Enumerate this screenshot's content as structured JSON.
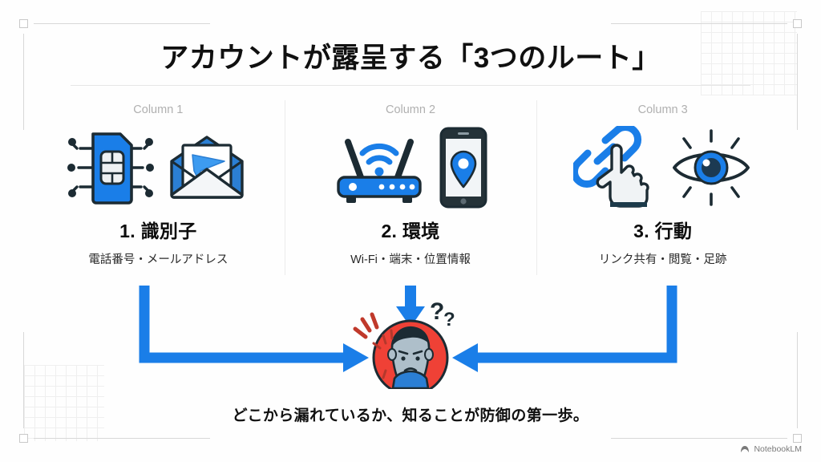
{
  "slide": {
    "title": "アカウントが露呈する「3つのルート」",
    "caption": "どこから漏れているか、知ることが防御の第一歩。",
    "accent_blue": "#1a7ee8",
    "alert_red": "#ef4136",
    "divider_gray": "#ececec",
    "head_gray": "#b0b0b0"
  },
  "columns": [
    {
      "header": "Column 1",
      "title": "1. 識別子",
      "subtitle": "電話番号・メールアドレス",
      "icons": [
        "sim-card-icon",
        "envelope-mail-icon"
      ]
    },
    {
      "header": "Column 2",
      "title": "2. 環境",
      "subtitle": "Wi-Fi・端末・位置情報",
      "icons": [
        "wifi-router-icon",
        "smartphone-location-icon"
      ]
    },
    {
      "header": "Column 3",
      "title": "3. 行動",
      "subtitle": "リンク共有・閲覧・足跡",
      "icons": [
        "link-click-icon",
        "watching-eye-icon"
      ]
    }
  ],
  "center": {
    "figure": "worried-person-icon",
    "marks": [
      "exclamation-marks",
      "question-marks"
    ]
  },
  "arrows": {
    "left": "elbow-arrow-right",
    "middle": "arrow-down",
    "right": "elbow-arrow-left"
  },
  "watermark": {
    "label": "NotebookLM",
    "icon": "notebooklm-logo-icon"
  }
}
